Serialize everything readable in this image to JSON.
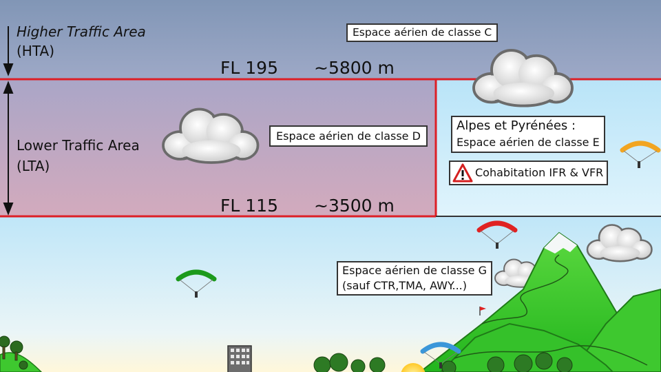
{
  "zones": {
    "hta": {
      "name_line1": "Higher Traffic Area",
      "name_line2": "(HTA)",
      "box": "Espace aérien de classe C"
    },
    "lta": {
      "name_line1": "Lower Traffic Area",
      "name_line2": "(LTA)",
      "box": "Espace aérien de classe D"
    },
    "alps": {
      "line1": "Alpes et Pyrénées :",
      "line2": "Espace aérien de classe E",
      "warning": "Cohabitation IFR & VFR"
    },
    "ground": {
      "line1": "Espace aérien de classe G",
      "line2": "(sauf CTR,TMA, AWY...)"
    }
  },
  "levels": {
    "fl195": {
      "flight_level": "FL 195",
      "altitude": "~5800 m"
    },
    "fl115": {
      "flight_level": "FL 115",
      "altitude": "~3500 m"
    }
  },
  "colors": {
    "boundary": "#dd1f26",
    "hta_sky": "#8fa0bd",
    "lta_sky_top": "#a9a6c6",
    "lta_sky_bottom": "#cfa9bd",
    "alps_sky": "#c9ebfb",
    "mountain": "#3ec82f",
    "paraglider_red": "#e02222",
    "paraglider_green": "#1c9a1c",
    "paraglider_orange": "#f2a521",
    "paraglider_blue": "#3b97d9"
  },
  "icons": [
    "cloud-icon",
    "paraglider-icon",
    "warning-triangle-icon",
    "building-icon",
    "tree-icon",
    "sun-icon",
    "flag-icon"
  ]
}
